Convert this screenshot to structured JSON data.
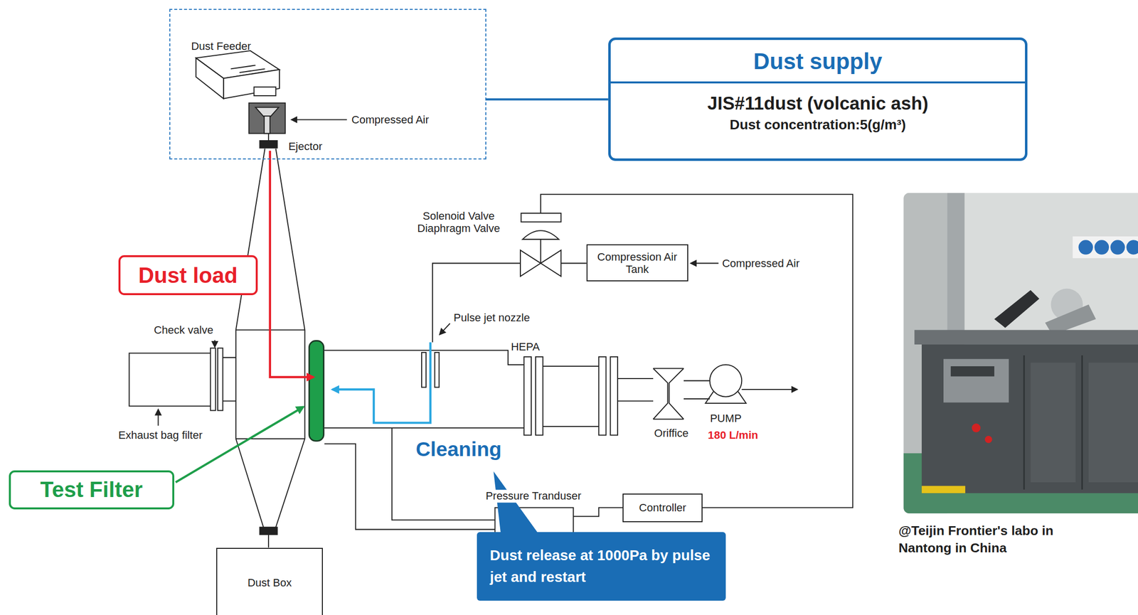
{
  "diagram": {
    "nodes": [
      {
        "text": [
          "Dust Feeder",
          "Compressed Air",
          "Ejector"
        ]
      },
      {
        "text": [
          "Dust supply",
          "JIS#11dust (volcanic ash)",
          "Dust concentration:5(g/m³)"
        ]
      },
      {
        "text": [
          "Dust load"
        ]
      },
      {
        "text": [
          "Test Filter"
        ]
      },
      {
        "text": [
          "Compression Air Tank"
        ]
      },
      {
        "text": [
          "Controller"
        ]
      },
      {
        "text": [
          "Dust Box"
        ]
      },
      {
        "text": [
          "Dust release at 1000Pa by pulse jet and restart"
        ]
      }
    ],
    "edges": [
      {
        "from": 0,
        "to": 1,
        "arrow": "none"
      }
    ],
    "labels": [
      "Solenoid Valve Diaphragm Valve",
      "Compressed Air",
      "Pulse jet nozzle",
      "HEPA",
      "Check valve",
      "Exhaust bag filter",
      "Oriffice",
      "PUMP",
      "180 L/min",
      "Pressure Tranduser",
      "Cleaning",
      "@Teijin Frontier's labo in Nantong in China"
    ]
  }
}
